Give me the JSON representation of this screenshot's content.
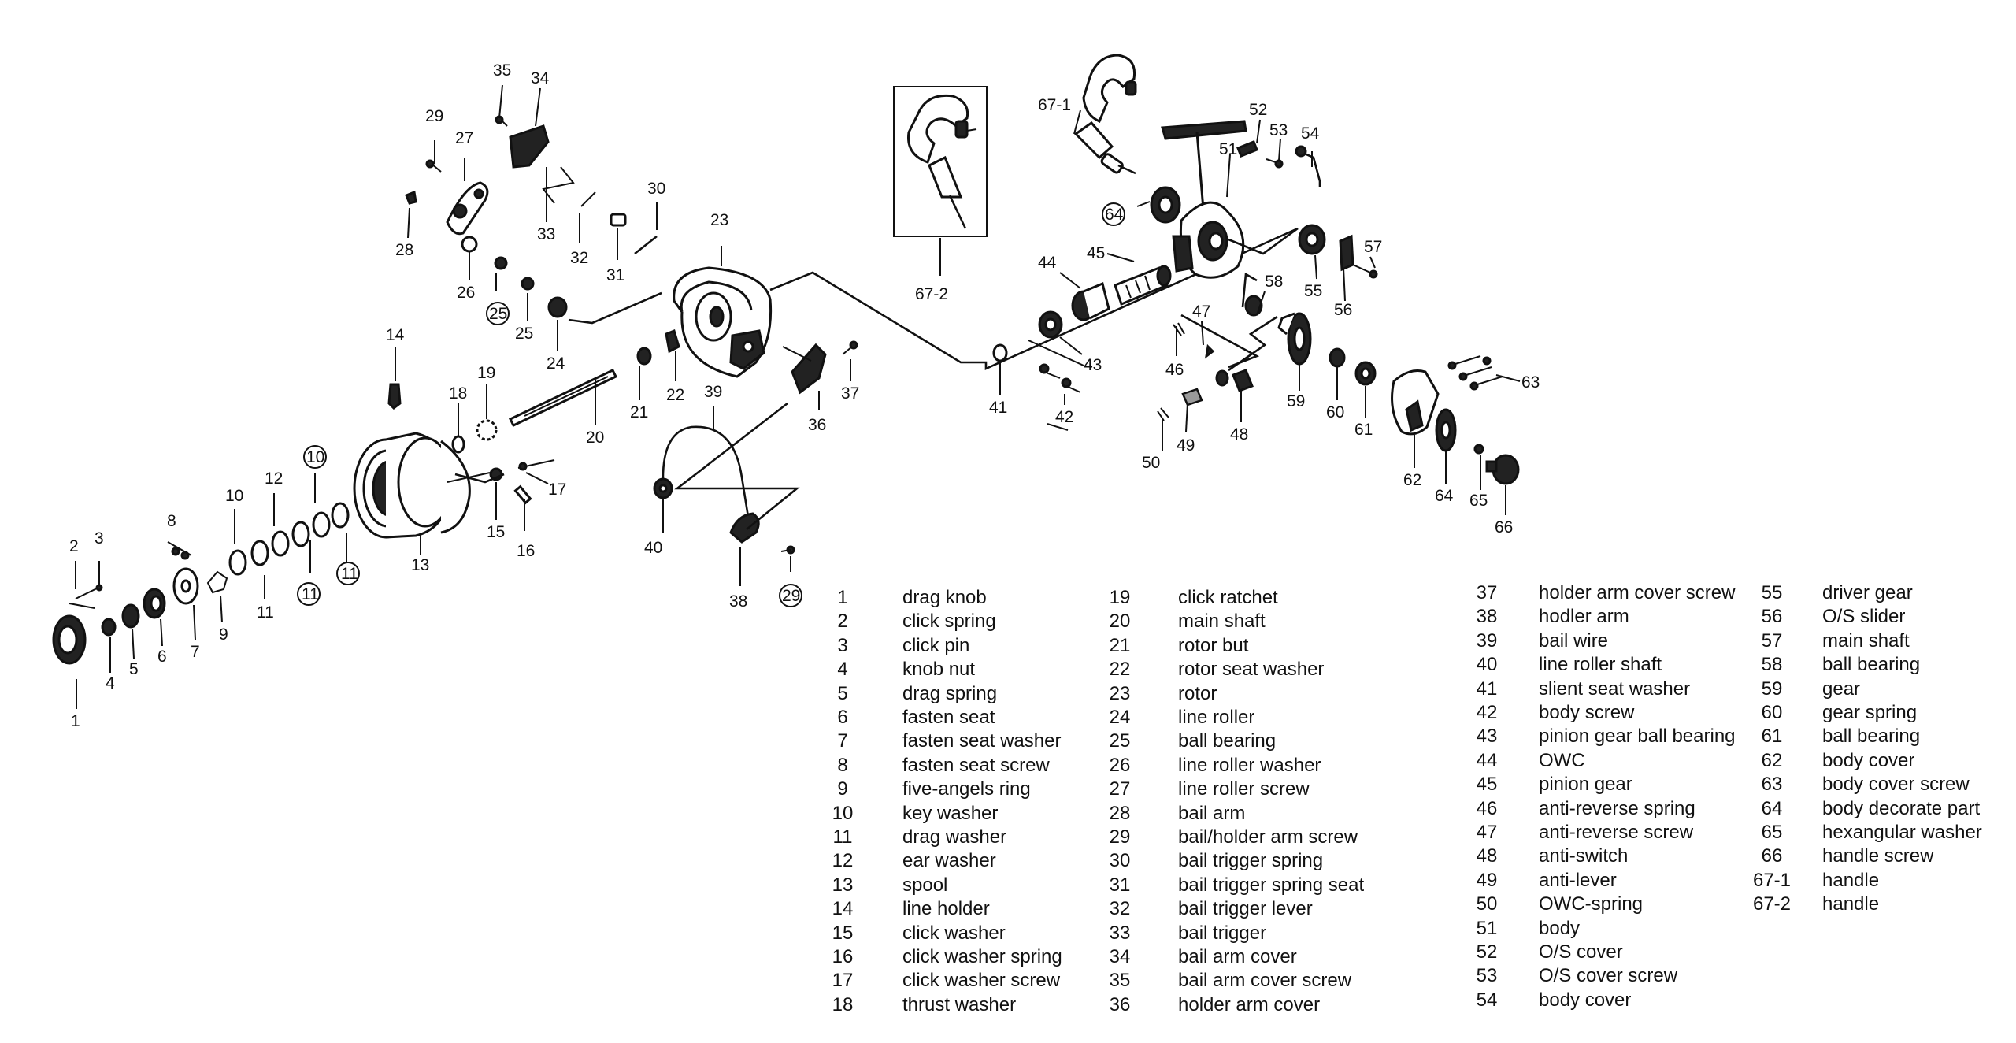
{
  "callouts": {
    "c1": "1",
    "c2": "2",
    "c3": "3",
    "c4": "4",
    "c5": "5",
    "c6": "6",
    "c7": "7",
    "c8": "8",
    "c9": "9",
    "c10": "10",
    "c10b": "10",
    "c11": "11",
    "c11b": "11",
    "c11c": "11",
    "c12": "12",
    "c13": "13",
    "c14": "14",
    "c15": "15",
    "c16": "16",
    "c17": "17",
    "c18": "18",
    "c19": "19",
    "c20": "20",
    "c21": "21",
    "c22": "22",
    "c23": "23",
    "c24": "24",
    "c25": "25",
    "c25b": "25",
    "c26": "26",
    "c27": "27",
    "c28": "28",
    "c29": "29",
    "c29b": "29",
    "c30": "30",
    "c31": "31",
    "c32": "32",
    "c33": "33",
    "c34": "34",
    "c35": "35",
    "c36": "36",
    "c37": "37",
    "c38": "38",
    "c39": "39",
    "c40": "40",
    "c41": "41",
    "c42": "42",
    "c43": "43",
    "c44": "44",
    "c45": "45",
    "c46": "46",
    "c47": "47",
    "c48": "48",
    "c49": "49",
    "c50": "50",
    "c51": "51",
    "c52": "52",
    "c53": "53",
    "c54": "54",
    "c55": "55",
    "c56": "56",
    "c57": "57",
    "c58": "58",
    "c59": "59",
    "c60": "60",
    "c61": "61",
    "c62": "62",
    "c63": "63",
    "c64": "64",
    "c64b": "64",
    "c65": "65",
    "c66": "66",
    "c67_1": "67-1",
    "c67_2": "67-2"
  },
  "legend": {
    "col1": [
      {
        "num": "1",
        "name": "drag knob"
      },
      {
        "num": "2",
        "name": "click spring"
      },
      {
        "num": "3",
        "name": "click pin"
      },
      {
        "num": "4",
        "name": "knob nut"
      },
      {
        "num": "5",
        "name": "drag spring"
      },
      {
        "num": "6",
        "name": "fasten seat"
      },
      {
        "num": "7",
        "name": "fasten seat washer"
      },
      {
        "num": "8",
        "name": "fasten  seat  screw"
      },
      {
        "num": "9",
        "name": "five-angels ring"
      },
      {
        "num": "10",
        "name": "key  washer"
      },
      {
        "num": "11",
        "name": "drag washer"
      },
      {
        "num": "12",
        "name": "ear washer"
      },
      {
        "num": "13",
        "name": "spool"
      },
      {
        "num": "14",
        "name": "line  holder"
      },
      {
        "num": "15",
        "name": "click  washer"
      },
      {
        "num": "16",
        "name": "click washer spring"
      },
      {
        "num": "17",
        "name": "click  washer screw"
      },
      {
        "num": "18",
        "name": "thrust washer"
      }
    ],
    "col2": [
      {
        "num": "19",
        "name": "click ratchet"
      },
      {
        "num": "20",
        "name": "main  shaft"
      },
      {
        "num": "21",
        "name": "rotor  but"
      },
      {
        "num": "22",
        "name": "rotor seat washer"
      },
      {
        "num": "23",
        "name": "rotor"
      },
      {
        "num": "24",
        "name": "line roller"
      },
      {
        "num": "25",
        "name": "ball bearing"
      },
      {
        "num": "26",
        "name": "line roller washer"
      },
      {
        "num": "27",
        "name": "line roller screw"
      },
      {
        "num": "28",
        "name": "bail arm"
      },
      {
        "num": "29",
        "name": "bail/holder arm screw"
      },
      {
        "num": "30",
        "name": "bail trigger spring"
      },
      {
        "num": "31",
        "name": "bail  trigger  spring seat"
      },
      {
        "num": "32",
        "name": "bail  trigger  lever"
      },
      {
        "num": "33",
        "name": "bail trigger"
      },
      {
        "num": "34",
        "name": "bail arm  cover"
      },
      {
        "num": "35",
        "name": "bail arm cover screw"
      },
      {
        "num": "36",
        "name": "holder arm cover"
      }
    ],
    "col3": [
      {
        "num": "37",
        "name": "holder arm cover screw"
      },
      {
        "num": "38",
        "name": "hodler arm"
      },
      {
        "num": "39",
        "name": "bail wire"
      },
      {
        "num": "40",
        "name": "line  roller  shaft"
      },
      {
        "num": "41",
        "name": "slient seat washer"
      },
      {
        "num": "42",
        "name": "body  screw"
      },
      {
        "num": "43",
        "name": "pinion gear ball bearing"
      },
      {
        "num": "44",
        "name": "OWC"
      },
      {
        "num": "45",
        "name": "pinion gear"
      },
      {
        "num": "46",
        "name": "anti-reverse spring"
      },
      {
        "num": "47",
        "name": "anti-reverse screw"
      },
      {
        "num": "48",
        "name": "anti-switch"
      },
      {
        "num": "49",
        "name": "anti-lever"
      },
      {
        "num": "50",
        "name": "OWC-spring"
      },
      {
        "num": "51",
        "name": "body"
      },
      {
        "num": "52",
        "name": "O/S  cover"
      },
      {
        "num": "53",
        "name": "O/S cover screw"
      },
      {
        "num": "54",
        "name": "body cover"
      }
    ],
    "col4": [
      {
        "num": "55",
        "name": "driver gear"
      },
      {
        "num": "56",
        "name": "O/S slider"
      },
      {
        "num": "57",
        "name": "main shaft"
      },
      {
        "num": "58",
        "name": "ball bearing"
      },
      {
        "num": "59",
        "name": "gear"
      },
      {
        "num": "60",
        "name": "gear spring"
      },
      {
        "num": "61",
        "name": "ball bearing"
      },
      {
        "num": "62",
        "name": "body cover"
      },
      {
        "num": "63",
        "name": "body cover screw"
      },
      {
        "num": "64",
        "name": "body  decorate part"
      },
      {
        "num": "65",
        "name": "hexangular washer"
      },
      {
        "num": "66",
        "name": "handle screw"
      },
      {
        "num": "67-1",
        "name": "handle"
      },
      {
        "num": "67-2",
        "name": "handle"
      }
    ]
  }
}
